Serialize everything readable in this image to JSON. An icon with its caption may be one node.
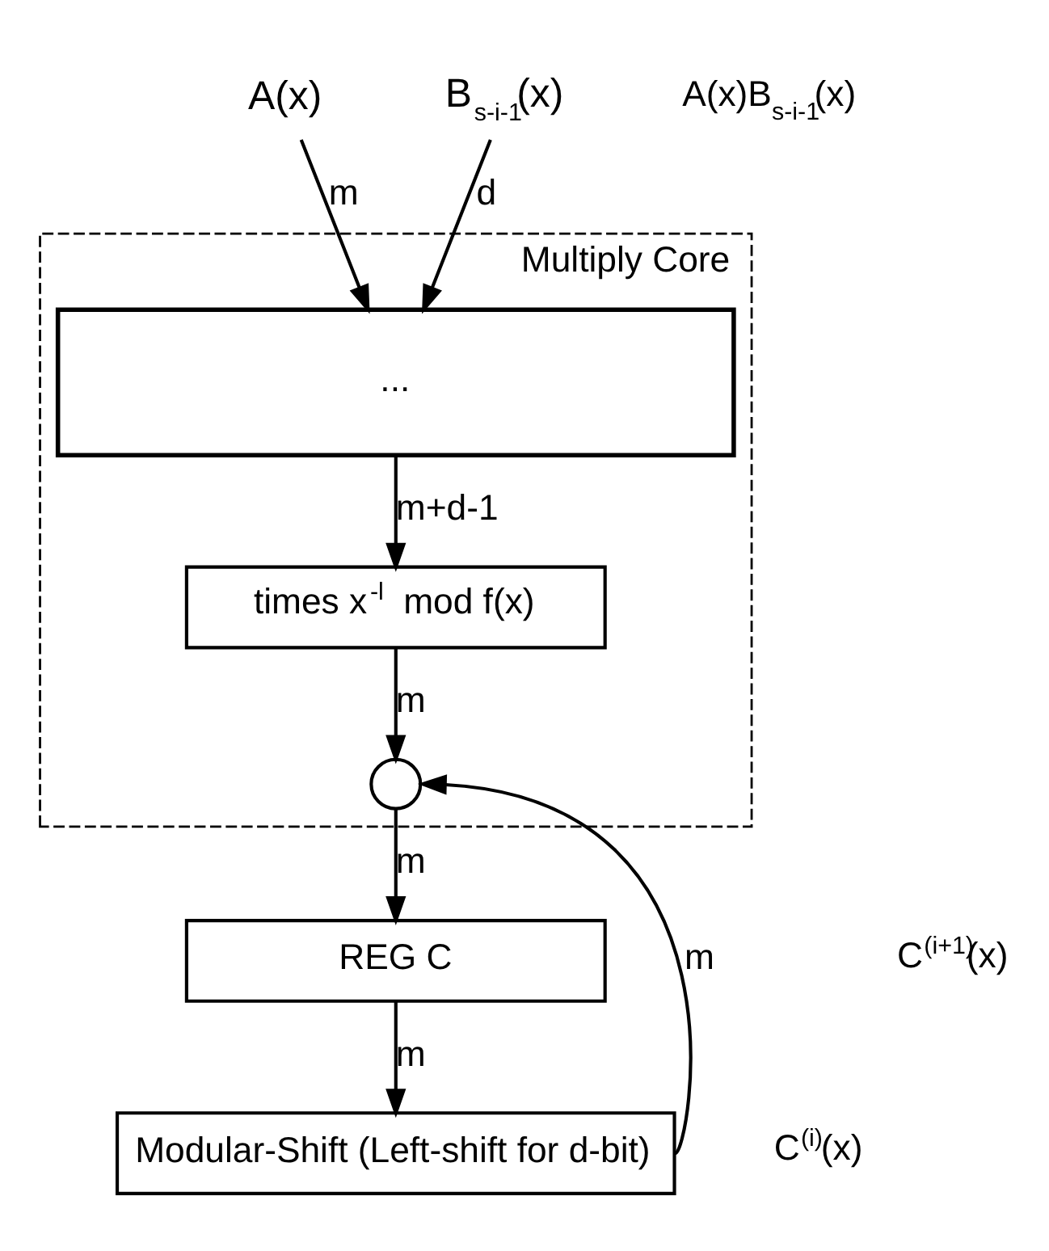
{
  "diagram": {
    "nodes": [
      {
        "text": [
          "Multiply Core"
        ]
      },
      {
        "text": [
          "..."
        ],
        "in": 0
      },
      {
        "text": [
          "times x$^{-l}$ mod f(x)"
        ],
        "in": 0
      },
      {
        "text": [],
        "shape": "circle",
        "in": 0
      },
      {
        "text": [
          "REG C"
        ]
      },
      {
        "text": [
          "Modular-Shift (Left-shift for d-bit)"
        ]
      },
      {
        "text": [
          "A(x)"
        ]
      },
      {
        "text": [
          "B$_{s-i-1}$(x)"
        ]
      }
    ],
    "edges": [
      {
        "from": 6,
        "to": 1,
        "arrow": "to",
        "label": "m"
      },
      {
        "from": 7,
        "to": 1,
        "arrow": "to",
        "label": "d"
      },
      {
        "from": 1,
        "to": 2,
        "arrow": "to",
        "label": "m+d-1"
      },
      {
        "from": 2,
        "to": 3,
        "arrow": "to",
        "label": "m"
      },
      {
        "from": 3,
        "to": 4,
        "arrow": "to",
        "label": "m"
      },
      {
        "from": 4,
        "to": 5,
        "arrow": "to",
        "label": "m"
      },
      {
        "from": 5,
        "to": 3,
        "arrow": "to",
        "label": "m"
      }
    ],
    "labels": [
      "A(x)B$_{s-i-1}$(x)",
      "C$^{(i+1)}$(x)",
      "C$^{(i)}$(x)"
    ]
  }
}
